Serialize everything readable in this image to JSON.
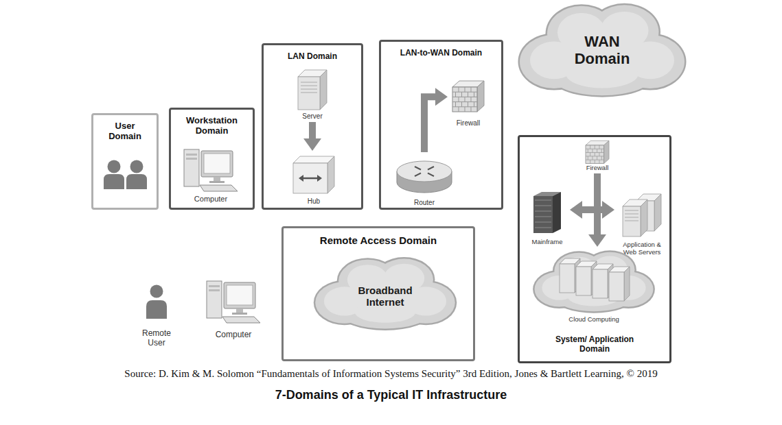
{
  "diagram": {
    "caption": "7-Domains of a Typical IT Infrastructure",
    "nodes": [
      {
        "text": [
          "User Domain"
        ]
      },
      {
        "text": [
          "Workstation Domain"
        ]
      },
      {
        "text": [
          "Computer"
        ],
        "in": 1
      },
      {
        "text": [
          "LAN Domain"
        ]
      },
      {
        "text": [
          "Server"
        ],
        "in": 3
      },
      {
        "text": [
          "Hub"
        ],
        "in": 3
      },
      {
        "text": [
          "LAN-to-WAN Domain"
        ]
      },
      {
        "text": [
          "Firewall"
        ],
        "in": 6
      },
      {
        "text": [
          "Router"
        ],
        "in": 6
      },
      {
        "text": [
          "WAN Domain"
        ]
      },
      {
        "text": [
          "System/ Application Domain"
        ]
      },
      {
        "text": [
          "Firewall"
        ],
        "in": 10
      },
      {
        "text": [
          "Mainframe"
        ],
        "in": 10
      },
      {
        "text": [
          "Application & Web Servers"
        ],
        "in": 10
      },
      {
        "text": [
          "Cloud Computing"
        ],
        "in": 10
      },
      {
        "text": [
          "Remote Access Domain"
        ]
      },
      {
        "text": [
          "Broadband Internet"
        ],
        "in": 15
      },
      {
        "text": [
          "Remote User"
        ]
      },
      {
        "text": [
          "Computer"
        ]
      }
    ],
    "edges": [
      {
        "from": 4,
        "to": 5,
        "arrow": "to"
      },
      {
        "from": 8,
        "to": 7,
        "arrow": "to"
      },
      {
        "from": 11,
        "to": 14,
        "arrow": "to"
      },
      {
        "from": 12,
        "to": 13,
        "arrow": "both"
      }
    ],
    "labels": [
      "Source: D. Kim & M. Solomon “Fundamentals of Information Systems Security” 3rd Edition, Jones & Bartlett Learning, © 2019"
    ]
  }
}
